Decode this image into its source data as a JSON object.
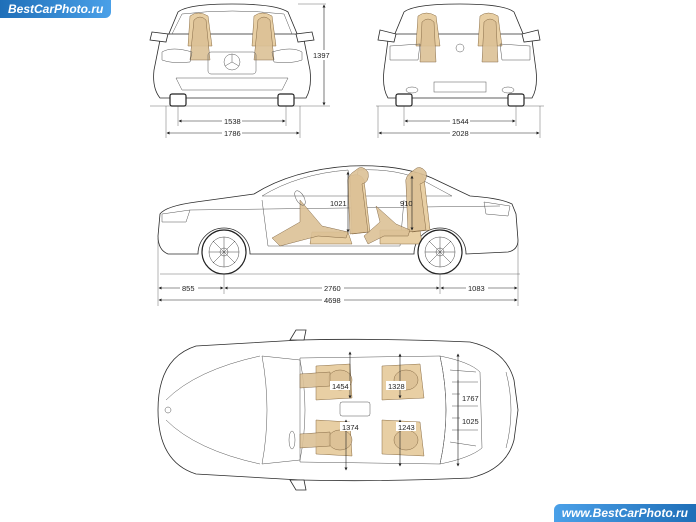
{
  "watermark": {
    "top": "BestCarPhoto.ru",
    "bottom": "www.BestCarPhoto.ru"
  },
  "colors": {
    "seat_fill": "#e8cfa4",
    "line": "#2b2b2b",
    "watermark_bg": "#2f86d6"
  },
  "front_view": {
    "height": "1397",
    "track": "1538",
    "width": "1786"
  },
  "rear_view": {
    "track": "1544",
    "width_with_mirrors": "2028"
  },
  "side_view": {
    "front_headroom": "1021",
    "rear_headroom": "910",
    "front_overhang": "855",
    "wheelbase": "2760",
    "rear_overhang": "1083",
    "length": "4698"
  },
  "top_view": {
    "front_shoulder": "1454",
    "rear_shoulder": "1328",
    "front_elbow": "1374",
    "rear_elbow": "1243",
    "cabin_width_1": "1767",
    "cabin_width_2": "1025"
  }
}
